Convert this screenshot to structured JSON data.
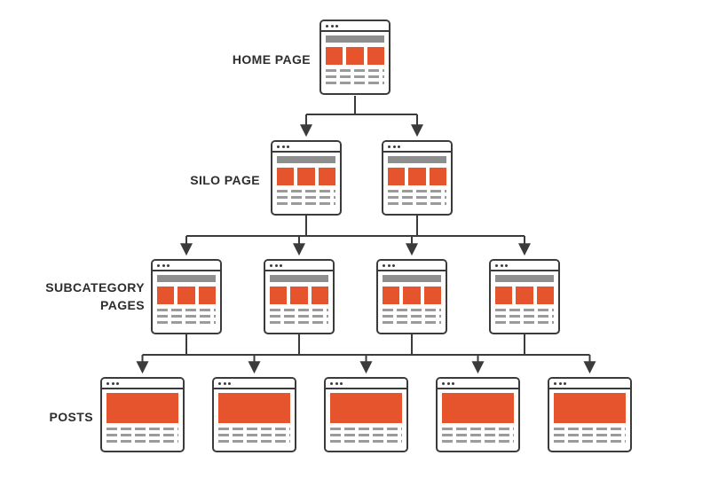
{
  "diagram": {
    "levels": [
      {
        "id": "home",
        "label": "HOME PAGE",
        "count": 1,
        "icon": "browser-page-icon",
        "icon_type": "category"
      },
      {
        "id": "silo",
        "label": "SILO PAGE",
        "count": 2,
        "icon": "browser-page-icon",
        "icon_type": "category"
      },
      {
        "id": "subcategory",
        "label": "SUBCATEGORY PAGES",
        "count": 4,
        "icon": "browser-page-icon",
        "icon_type": "category"
      },
      {
        "id": "posts",
        "label": "POSTS",
        "count": 5,
        "icon": "browser-post-icon",
        "icon_type": "post"
      }
    ],
    "colors": {
      "accent": "#E5542C",
      "outline": "#3B3B3B",
      "gray_bar": "#8E8E8E",
      "line_gray": "#9B9B9B",
      "label_text": "#2D2D2D",
      "background": "#FFFFFF"
    }
  }
}
